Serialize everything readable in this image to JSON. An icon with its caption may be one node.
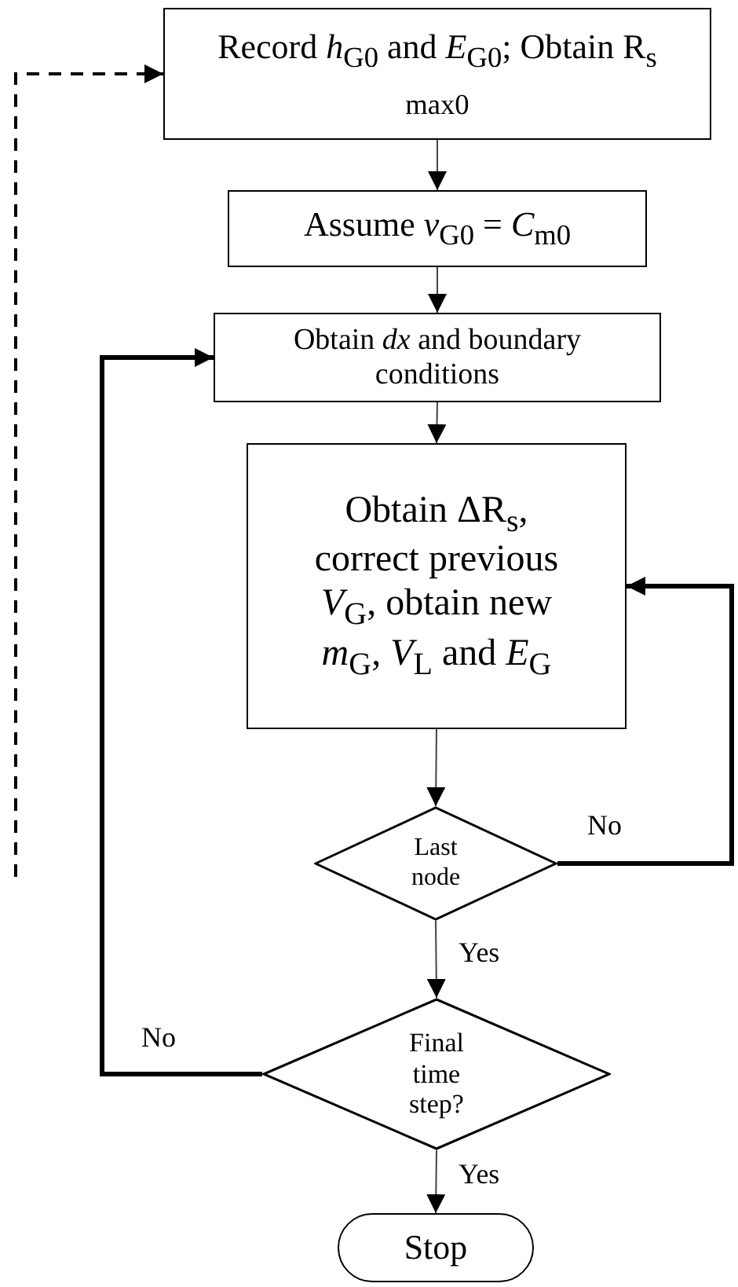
{
  "diagram": {
    "nodes": [
      {
        "text": [
          "Record *h*$_{G0}$ and *E*$_{G0}$; Obtain R$_{s max0}$"
        ]
      },
      {
        "text": [
          "Assume *v*$_{G0}$ = *C*$_{m0}$"
        ]
      },
      {
        "text": [
          "Obtain *dx* and boundary conditions"
        ]
      },
      {
        "text": [
          "Obtain ΔR$_{s}$, correct previous *V*$_{G}$, obtain new *m*$_{G}$, *V*$_{L}$ and *E*$_{G}$"
        ]
      },
      {
        "text": [
          "Last node"
        ]
      },
      {
        "text": [
          "Final time step?"
        ]
      },
      {
        "text": [
          "Stop"
        ]
      }
    ],
    "edges": [
      {
        "from": 0,
        "to": 1,
        "arrow": "to"
      },
      {
        "from": 1,
        "to": 2,
        "arrow": "to"
      },
      {
        "from": 2,
        "to": 3,
        "arrow": "to"
      },
      {
        "from": 3,
        "to": 4,
        "arrow": "to"
      },
      {
        "from": 4,
        "to": 5,
        "arrow": "to",
        "label": "Yes"
      },
      {
        "from": 5,
        "to": 6,
        "arrow": "to",
        "label": "Yes"
      },
      {
        "from": 4,
        "to": 3,
        "arrow": "to",
        "label": "No",
        "style": "thick"
      },
      {
        "from": 5,
        "to": 2,
        "arrow": "to",
        "label": "No",
        "style": "thick"
      },
      {
        "from": null,
        "to": 0,
        "arrow": "to",
        "style": "dashed"
      }
    ]
  }
}
